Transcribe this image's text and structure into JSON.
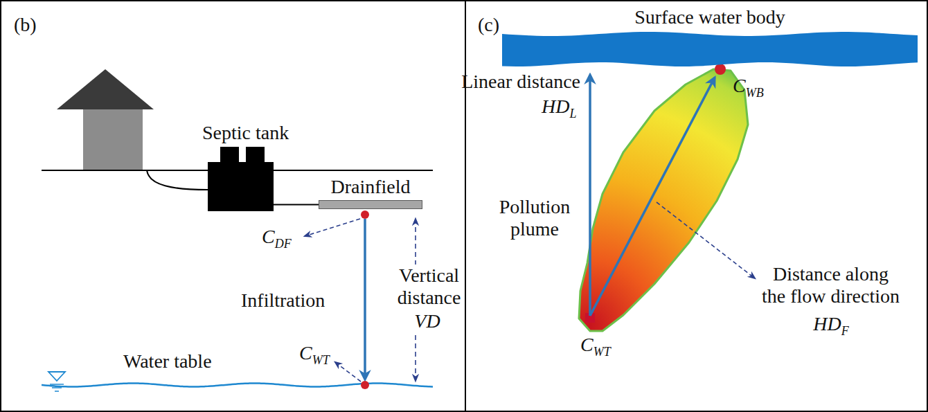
{
  "diagram": {
    "nodes": [
      {
        "text": [
          "Septic tank"
        ]
      },
      {
        "text": [
          "Drainfield"
        ]
      },
      {
        "text": [
          "Surface water body"
        ]
      }
    ],
    "edges": [
      {
        "from": 0,
        "to": 1,
        "arrow": "none"
      }
    ],
    "labels": [
      "(b)",
      "Water table",
      "Infiltration",
      "Vertical distance",
      "VD",
      "C",
      "DF",
      "C",
      "WT",
      "(c)",
      "Linear distance",
      "HD",
      "L",
      "Pollution plume",
      "C",
      "WB",
      "C",
      "WT",
      "Distance along the flow direction",
      "HD",
      "F"
    ]
  }
}
